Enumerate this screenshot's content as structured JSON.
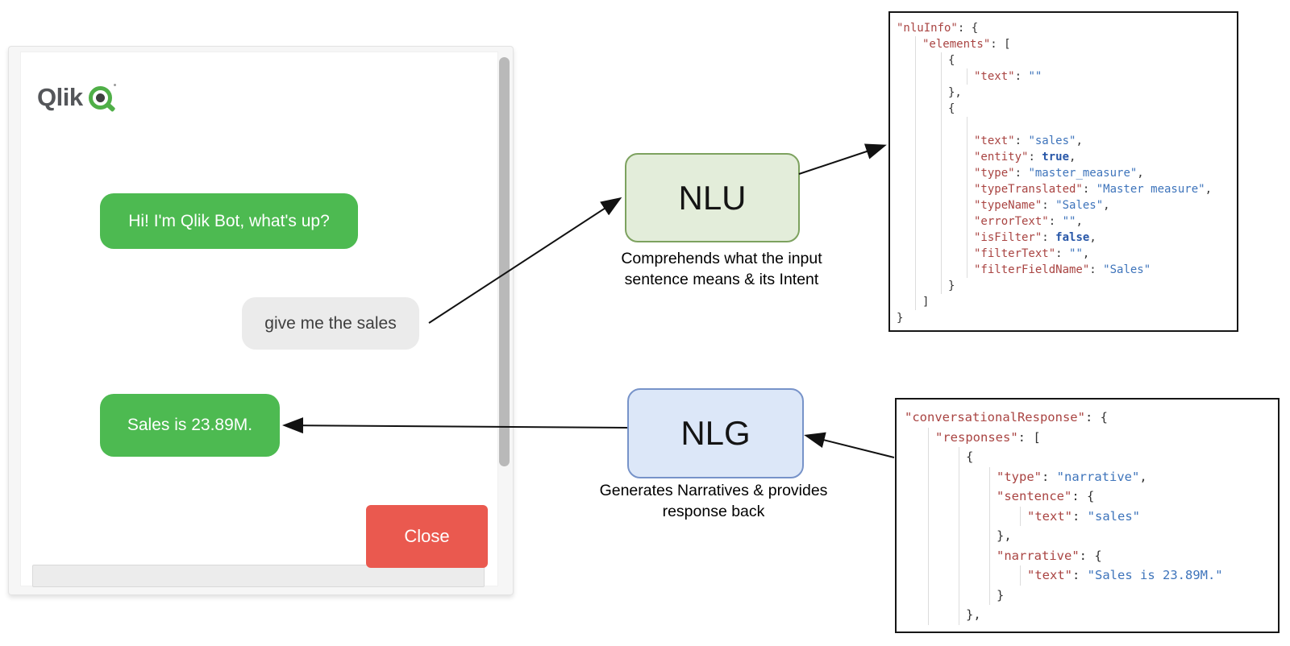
{
  "chat": {
    "brand": "Qlik",
    "messages": [
      {
        "text": "Hi! I'm Qlik Bot, what's up?",
        "from": "bot"
      },
      {
        "text": "give me the sales",
        "from": "user"
      },
      {
        "text": "Sales is 23.89M.",
        "from": "bot"
      }
    ],
    "close_label": "Close"
  },
  "nlu": {
    "label": "NLU",
    "caption_line1": "Comprehends what the input",
    "caption_line2": "sentence means & its Intent"
  },
  "nlg": {
    "label": "NLG",
    "caption_line1": "Generates Narratives & provides",
    "caption_line2": "response back"
  },
  "colors": {
    "bubble_green": "#4dba51",
    "bubble_gray": "#ebebeb",
    "close_red": "#ea594f",
    "qlik_green": "#4faf47",
    "qlik_gray": "#54565a",
    "nlu_fill": "#e3edda",
    "nlu_border": "#7da25f",
    "nlg_fill": "#dce7f8",
    "nlg_border": "#7793c9",
    "json_key": "#a94442",
    "json_string": "#3e74bb",
    "json_bool": "#2857a8"
  },
  "code_top": {
    "lines": [
      {
        "indent": 0,
        "tokens": [
          {
            "c": "key",
            "v": "\"nluInfo\""
          },
          {
            "c": "punc",
            "v": ": {"
          }
        ]
      },
      {
        "indent": 1,
        "tokens": [
          {
            "c": "key",
            "v": "\"elements\""
          },
          {
            "c": "punc",
            "v": ": ["
          }
        ]
      },
      {
        "indent": 2,
        "tokens": [
          {
            "c": "punc",
            "v": "{"
          }
        ]
      },
      {
        "indent": 3,
        "tokens": [
          {
            "c": "key",
            "v": "\"text\""
          },
          {
            "c": "punc",
            "v": ": "
          },
          {
            "c": "str",
            "v": "\"\""
          }
        ]
      },
      {
        "indent": 2,
        "tokens": [
          {
            "c": "punc",
            "v": "},"
          }
        ]
      },
      {
        "indent": 2,
        "tokens": [
          {
            "c": "punc",
            "v": "{"
          }
        ]
      },
      {
        "indent": 3,
        "tokens": []
      },
      {
        "indent": 3,
        "tokens": [
          {
            "c": "key",
            "v": "\"text\""
          },
          {
            "c": "punc",
            "v": ": "
          },
          {
            "c": "str",
            "v": "\"sales\""
          },
          {
            "c": "punc",
            "v": ","
          }
        ]
      },
      {
        "indent": 3,
        "tokens": [
          {
            "c": "key",
            "v": "\"entity\""
          },
          {
            "c": "punc",
            "v": ": "
          },
          {
            "c": "bool",
            "v": "true"
          },
          {
            "c": "punc",
            "v": ","
          }
        ]
      },
      {
        "indent": 3,
        "tokens": [
          {
            "c": "key",
            "v": "\"type\""
          },
          {
            "c": "punc",
            "v": ": "
          },
          {
            "c": "str",
            "v": "\"master_measure\""
          },
          {
            "c": "punc",
            "v": ","
          }
        ]
      },
      {
        "indent": 3,
        "tokens": [
          {
            "c": "key",
            "v": "\"typeTranslated\""
          },
          {
            "c": "punc",
            "v": ": "
          },
          {
            "c": "str",
            "v": "\"Master measure\""
          },
          {
            "c": "punc",
            "v": ","
          }
        ]
      },
      {
        "indent": 3,
        "tokens": [
          {
            "c": "key",
            "v": "\"typeName\""
          },
          {
            "c": "punc",
            "v": ": "
          },
          {
            "c": "str",
            "v": "\"Sales\""
          },
          {
            "c": "punc",
            "v": ","
          }
        ]
      },
      {
        "indent": 3,
        "tokens": [
          {
            "c": "key",
            "v": "\"errorText\""
          },
          {
            "c": "punc",
            "v": ": "
          },
          {
            "c": "str",
            "v": "\"\""
          },
          {
            "c": "punc",
            "v": ","
          }
        ]
      },
      {
        "indent": 3,
        "tokens": [
          {
            "c": "key",
            "v": "\"isFilter\""
          },
          {
            "c": "punc",
            "v": ": "
          },
          {
            "c": "bool",
            "v": "false"
          },
          {
            "c": "punc",
            "v": ","
          }
        ]
      },
      {
        "indent": 3,
        "tokens": [
          {
            "c": "key",
            "v": "\"filterText\""
          },
          {
            "c": "punc",
            "v": ": "
          },
          {
            "c": "str",
            "v": "\"\""
          },
          {
            "c": "punc",
            "v": ","
          }
        ]
      },
      {
        "indent": 3,
        "tokens": [
          {
            "c": "key",
            "v": "\"filterFieldName\""
          },
          {
            "c": "punc",
            "v": ": "
          },
          {
            "c": "str",
            "v": "\"Sales\""
          }
        ]
      },
      {
        "indent": 2,
        "tokens": [
          {
            "c": "punc",
            "v": "}"
          }
        ]
      },
      {
        "indent": 1,
        "tokens": [
          {
            "c": "punc",
            "v": "]"
          }
        ]
      },
      {
        "indent": 0,
        "tokens": [
          {
            "c": "punc",
            "v": "}"
          }
        ]
      }
    ]
  },
  "code_bottom": {
    "lines": [
      {
        "indent": 0,
        "tokens": [
          {
            "c": "key",
            "v": "\"conversationalResponse\""
          },
          {
            "c": "punc",
            "v": ": {"
          }
        ]
      },
      {
        "indent": 1,
        "tokens": [
          {
            "c": "key",
            "v": "\"responses\""
          },
          {
            "c": "punc",
            "v": ": ["
          }
        ]
      },
      {
        "indent": 2,
        "tokens": [
          {
            "c": "punc",
            "v": "{"
          }
        ]
      },
      {
        "indent": 3,
        "tokens": [
          {
            "c": "key",
            "v": "\"type\""
          },
          {
            "c": "punc",
            "v": ": "
          },
          {
            "c": "str",
            "v": "\"narrative\""
          },
          {
            "c": "punc",
            "v": ","
          }
        ]
      },
      {
        "indent": 3,
        "tokens": [
          {
            "c": "key",
            "v": "\"sentence\""
          },
          {
            "c": "punc",
            "v": ": {"
          }
        ]
      },
      {
        "indent": 4,
        "tokens": [
          {
            "c": "key",
            "v": "\"text\""
          },
          {
            "c": "punc",
            "v": ": "
          },
          {
            "c": "str",
            "v": "\"sales\""
          }
        ]
      },
      {
        "indent": 3,
        "tokens": [
          {
            "c": "punc",
            "v": "},"
          }
        ]
      },
      {
        "indent": 3,
        "tokens": [
          {
            "c": "key",
            "v": "\"narrative\""
          },
          {
            "c": "punc",
            "v": ": {"
          }
        ]
      },
      {
        "indent": 4,
        "tokens": [
          {
            "c": "key",
            "v": "\"text\""
          },
          {
            "c": "punc",
            "v": ": "
          },
          {
            "c": "str",
            "v": "\"Sales is 23.89M.\""
          }
        ]
      },
      {
        "indent": 3,
        "tokens": [
          {
            "c": "punc",
            "v": "}"
          }
        ]
      },
      {
        "indent": 2,
        "tokens": [
          {
            "c": "punc",
            "v": "},"
          }
        ]
      }
    ]
  }
}
